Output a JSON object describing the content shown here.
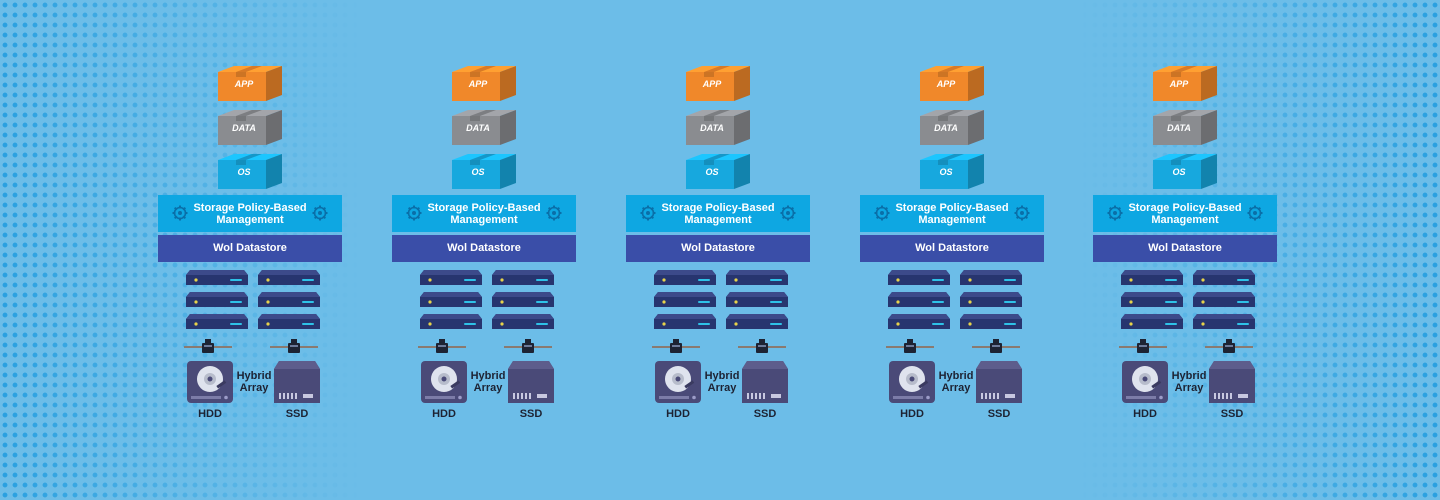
{
  "columns": [
    {
      "app": "APP",
      "data": "DATA",
      "os": "OS",
      "management_line1": "Storage Policy-Based",
      "management_line2": "Management",
      "datastore": "Wol Datastore",
      "hybrid_line1": "Hybrid",
      "hybrid_line2": "Array",
      "hdd": "HDD",
      "ssd": "SSD"
    },
    {
      "app": "APP",
      "data": "DATA",
      "os": "OS",
      "management_line1": "Storage Policy-Based",
      "management_line2": "Management",
      "datastore": "Wol Datastore",
      "hybrid_line1": "Hybrid",
      "hybrid_line2": "Array",
      "hdd": "HDD",
      "ssd": "SSD"
    },
    {
      "app": "APP",
      "data": "DATA",
      "os": "OS",
      "management_line1": "Storage Policy-Based",
      "management_line2": "Management",
      "datastore": "Wol Datastore",
      "hybrid_line1": "Hybrid",
      "hybrid_line2": "Array",
      "hdd": "HDD",
      "ssd": "SSD"
    },
    {
      "app": "APP",
      "data": "DATA",
      "os": "OS",
      "management_line1": "Storage Policy-Based",
      "management_line2": "Management",
      "datastore": "Wol Datastore",
      "hybrid_line1": "Hybrid",
      "hybrid_line2": "Array",
      "hdd": "HDD",
      "ssd": "SSD"
    },
    {
      "app": "APP",
      "data": "DATA",
      "os": "OS",
      "management_line1": "Storage Policy-Based",
      "management_line2": "Management",
      "datastore": "Wol Datastore",
      "hybrid_line1": "Hybrid",
      "hybrid_line2": "Array",
      "hdd": "HDD",
      "ssd": "SSD"
    }
  ],
  "colors": {
    "background": "#6cbde8",
    "dots": "#2aa0e0",
    "app_box": "#f0882a",
    "data_box": "#8a8c90",
    "os_box": "#17a8de",
    "management_bar": "#0ea7e2",
    "datastore_bar": "#3a4ea8",
    "server": "#27356f",
    "drive": "#4a4a78"
  },
  "icons": {
    "cube": "package-box-icon",
    "gear": "policy-gear-icon",
    "server": "server-unit-icon",
    "connector": "cable-connector-icon",
    "hdd": "hard-disk-drive-icon",
    "ssd": "solid-state-drive-icon"
  }
}
